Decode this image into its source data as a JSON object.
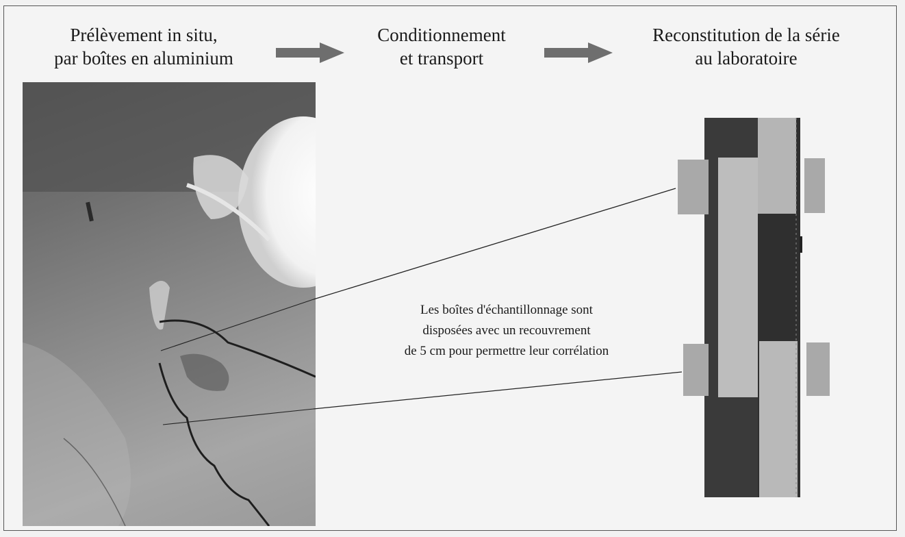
{
  "steps": [
    {
      "line1": "Prélèvement in situ,",
      "line2": "par boîtes en aluminium"
    },
    {
      "line1": "Conditionnement",
      "line2": "et transport"
    },
    {
      "line1": "Reconstitution de la série",
      "line2": "au laboratoire"
    }
  ],
  "caption": {
    "line1": "Les boîtes d'échantillonnage sont",
    "line2": "disposées avec un recouvrement",
    "line3": "de 5 cm pour permettre leur corrélation"
  },
  "colors": {
    "arrow": "#6e6e6e",
    "core_dark": "#3a3a3a",
    "core_light": "#b5b5b5",
    "box_gray": "#a9a9a9"
  },
  "icons": [
    "right-arrow-icon",
    "right-arrow-icon"
  ]
}
